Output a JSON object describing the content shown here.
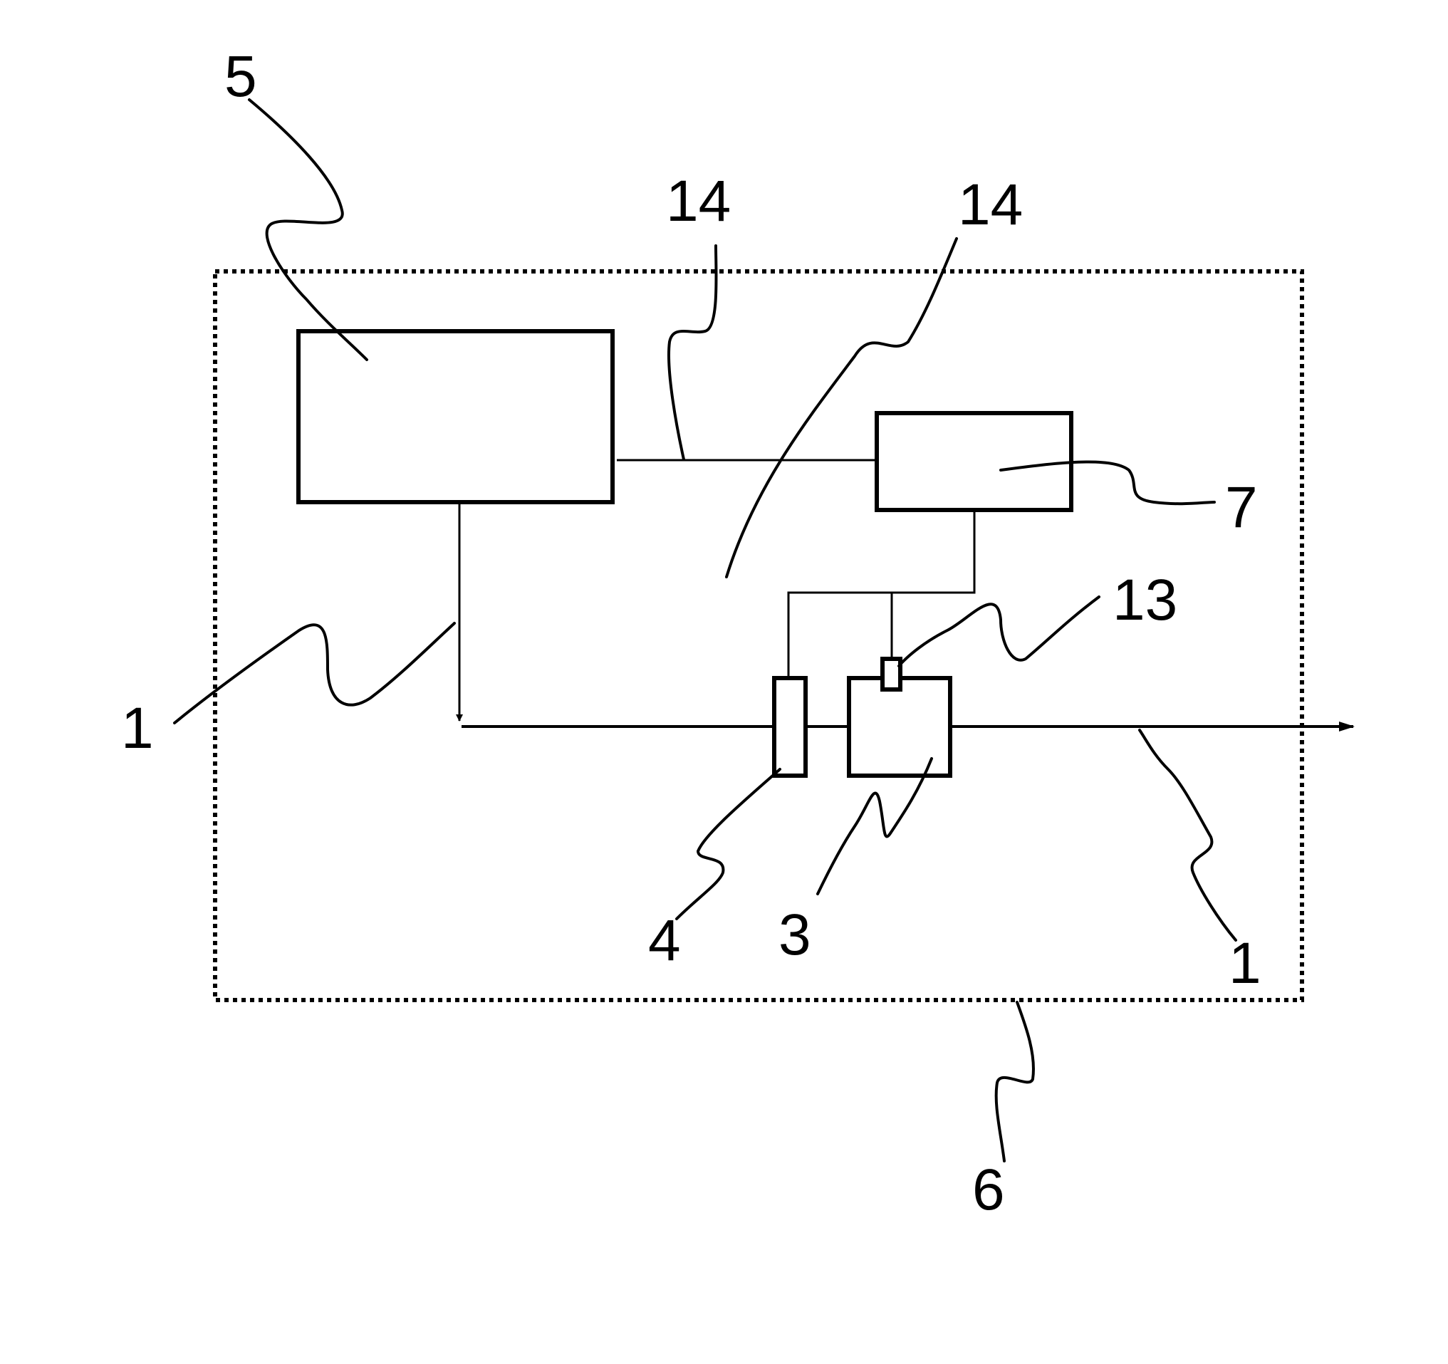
{
  "labels": {
    "block_5": "5",
    "line_14_left": "14",
    "line_14_right": "14",
    "block_7": "7",
    "sensor_13": "13",
    "line_1_left": "1",
    "element_4": "4",
    "element_3": "3",
    "line_1_right": "1",
    "enclosure_6": "6"
  }
}
